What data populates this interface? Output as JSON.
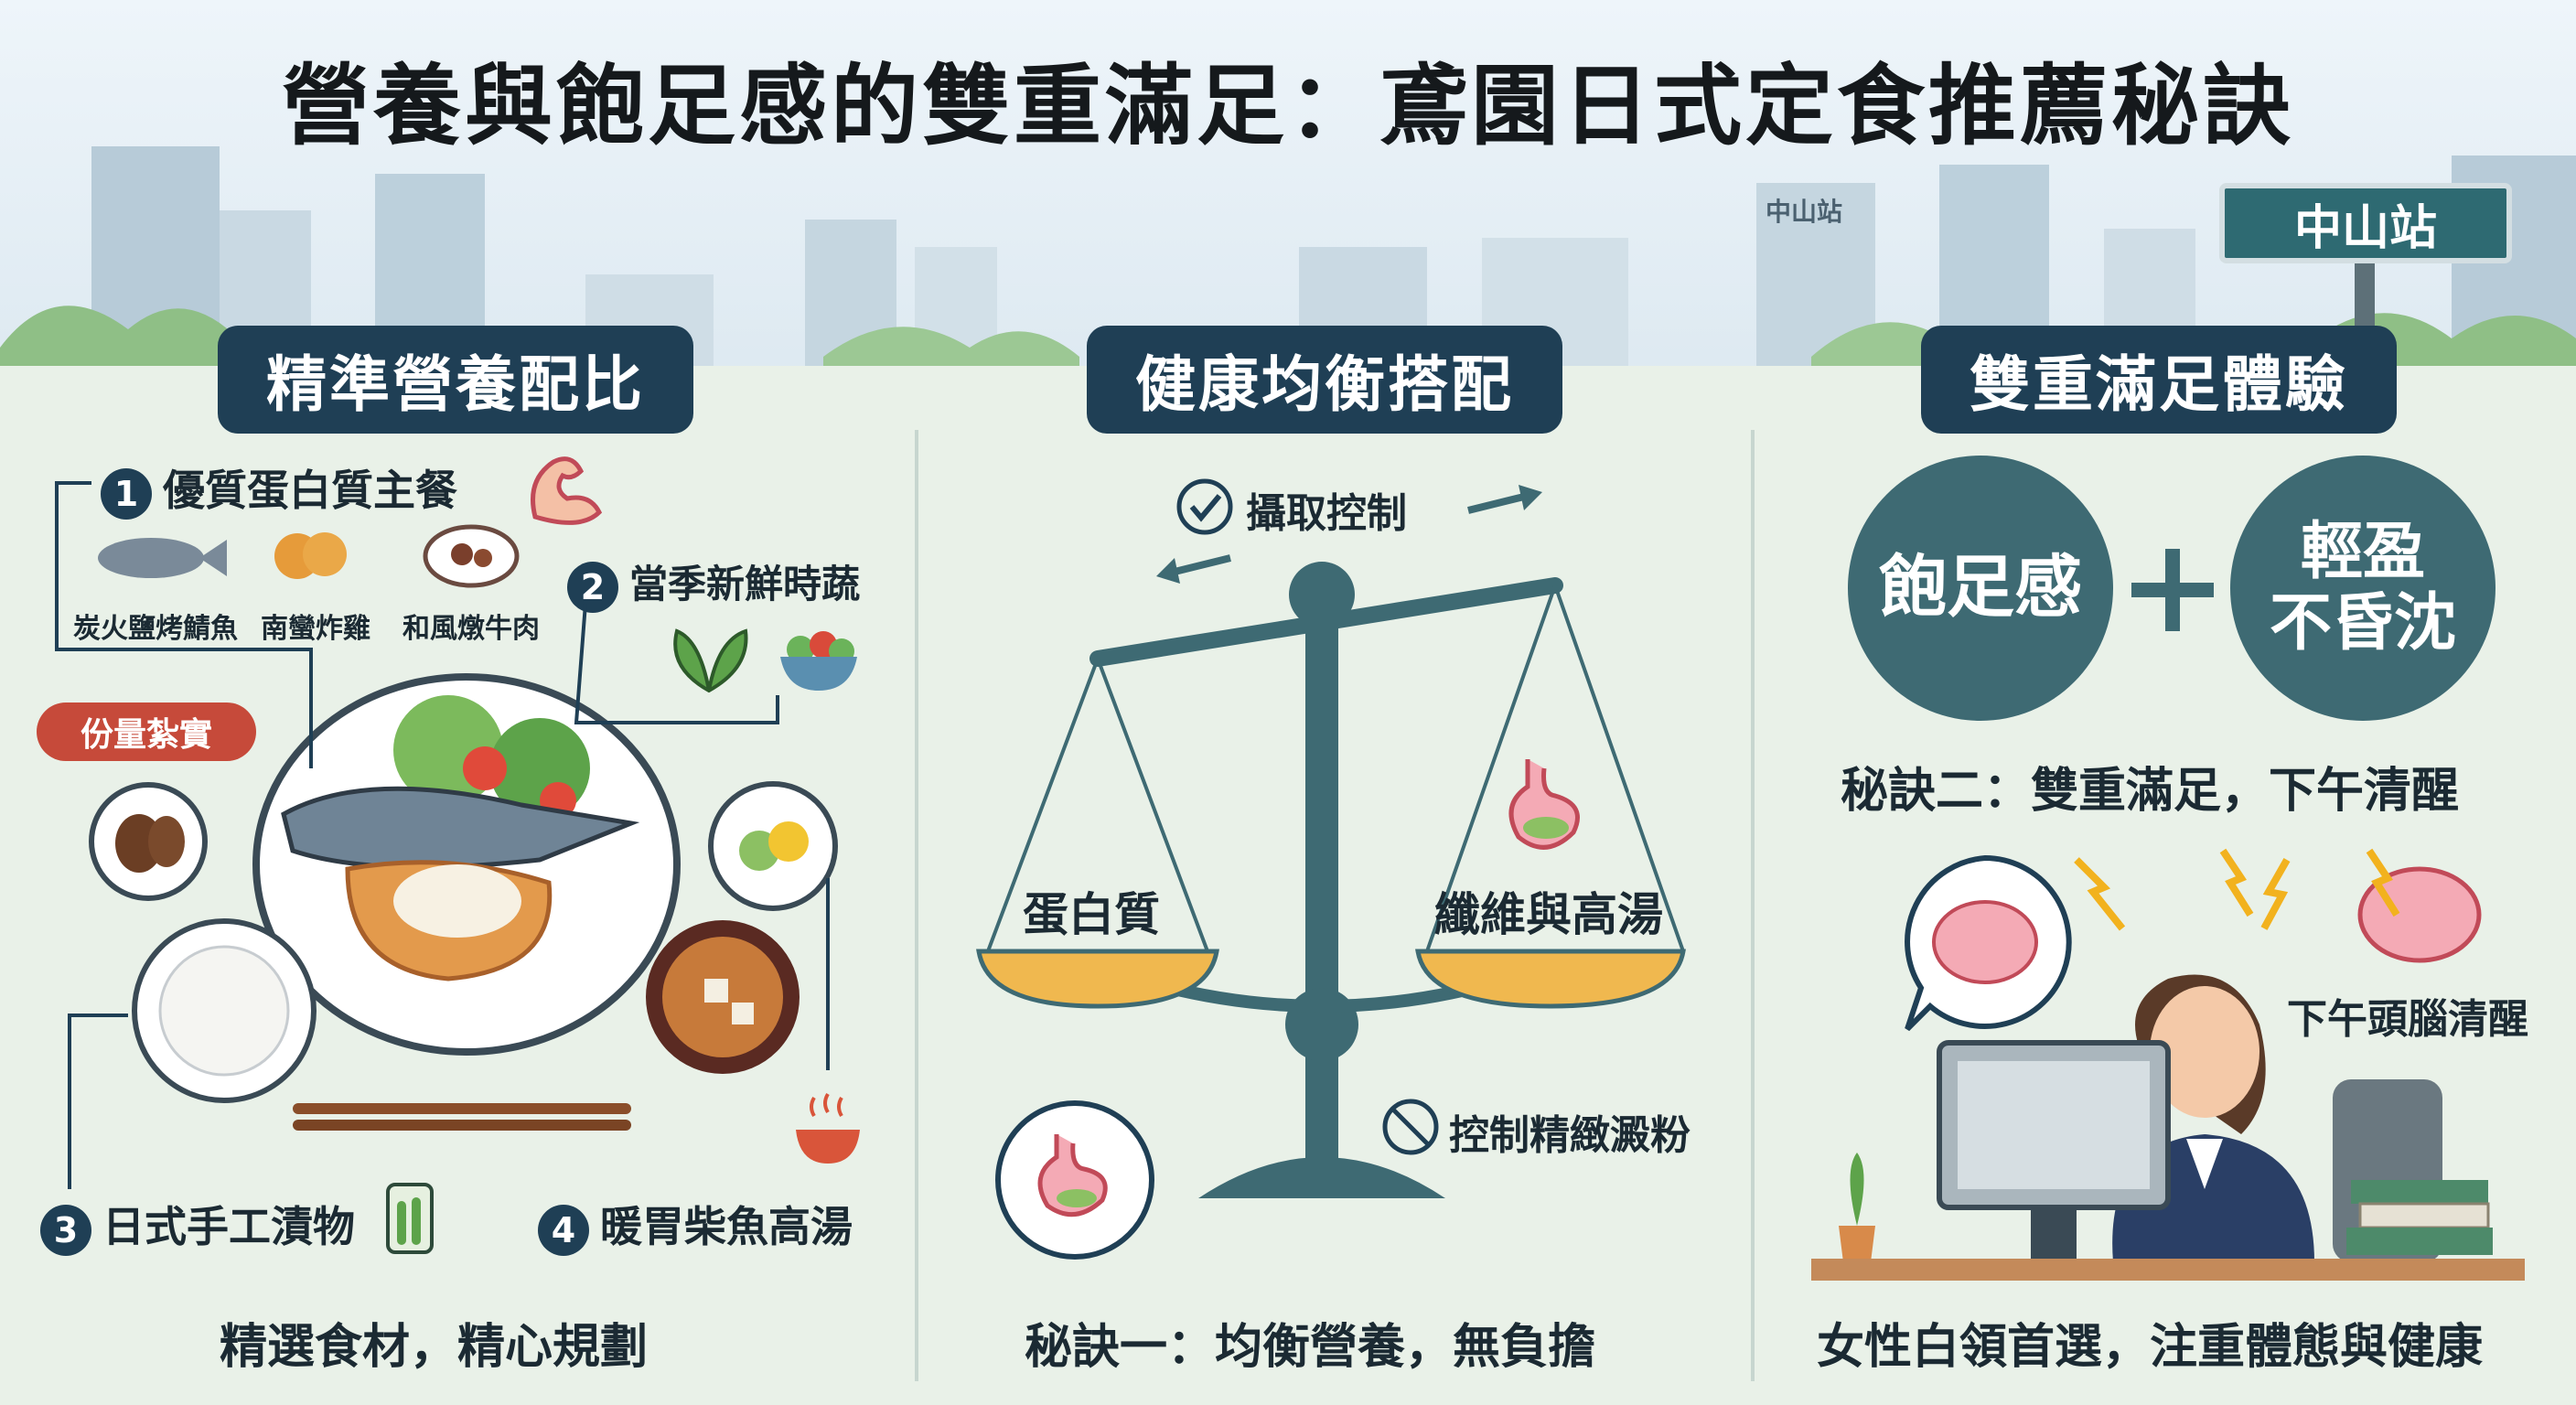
{
  "title": "營養與飽足感的雙重滿足：鳶園日式定食推薦秘訣",
  "station_sign": "中山站",
  "building_sign": "中山站",
  "columns": [
    {
      "heading": "精準營養配比",
      "items": [
        {
          "num": "1",
          "label": "優質蛋白質主餐",
          "options": [
            "炭火鹽烤鯖魚",
            "南蠻炸雞",
            "和風燉牛肉"
          ]
        },
        {
          "num": "2",
          "label": "當季新鮮時蔬"
        },
        {
          "num": "3",
          "label": "日式手工漬物"
        },
        {
          "num": "4",
          "label": "暖胃柴魚高湯"
        }
      ],
      "warning": "份量紮實",
      "footer": "精選食材，精心規劃"
    },
    {
      "heading": "健康均衡搭配",
      "intake": "攝取控制",
      "left_pan": "蛋白質",
      "right_pan": "纖維與高湯",
      "starch": "控制精緻澱粉",
      "footer": "秘訣一：均衡營養，無負擔"
    },
    {
      "heading": "雙重滿足體驗",
      "circle_left": "飽足感",
      "circle_right_line1": "輕盈",
      "circle_right_line2": "不昏沈",
      "tip": "秘訣二：雙重滿足，下午清醒",
      "brain_label": "下午頭腦清醒",
      "footer": "女性白領首選，注重體態與健康"
    }
  ],
  "colors": {
    "navy": "#1f3f55",
    "teal": "#3e6a73",
    "pan": "#f0b84f",
    "warn": "#c64a3a"
  }
}
